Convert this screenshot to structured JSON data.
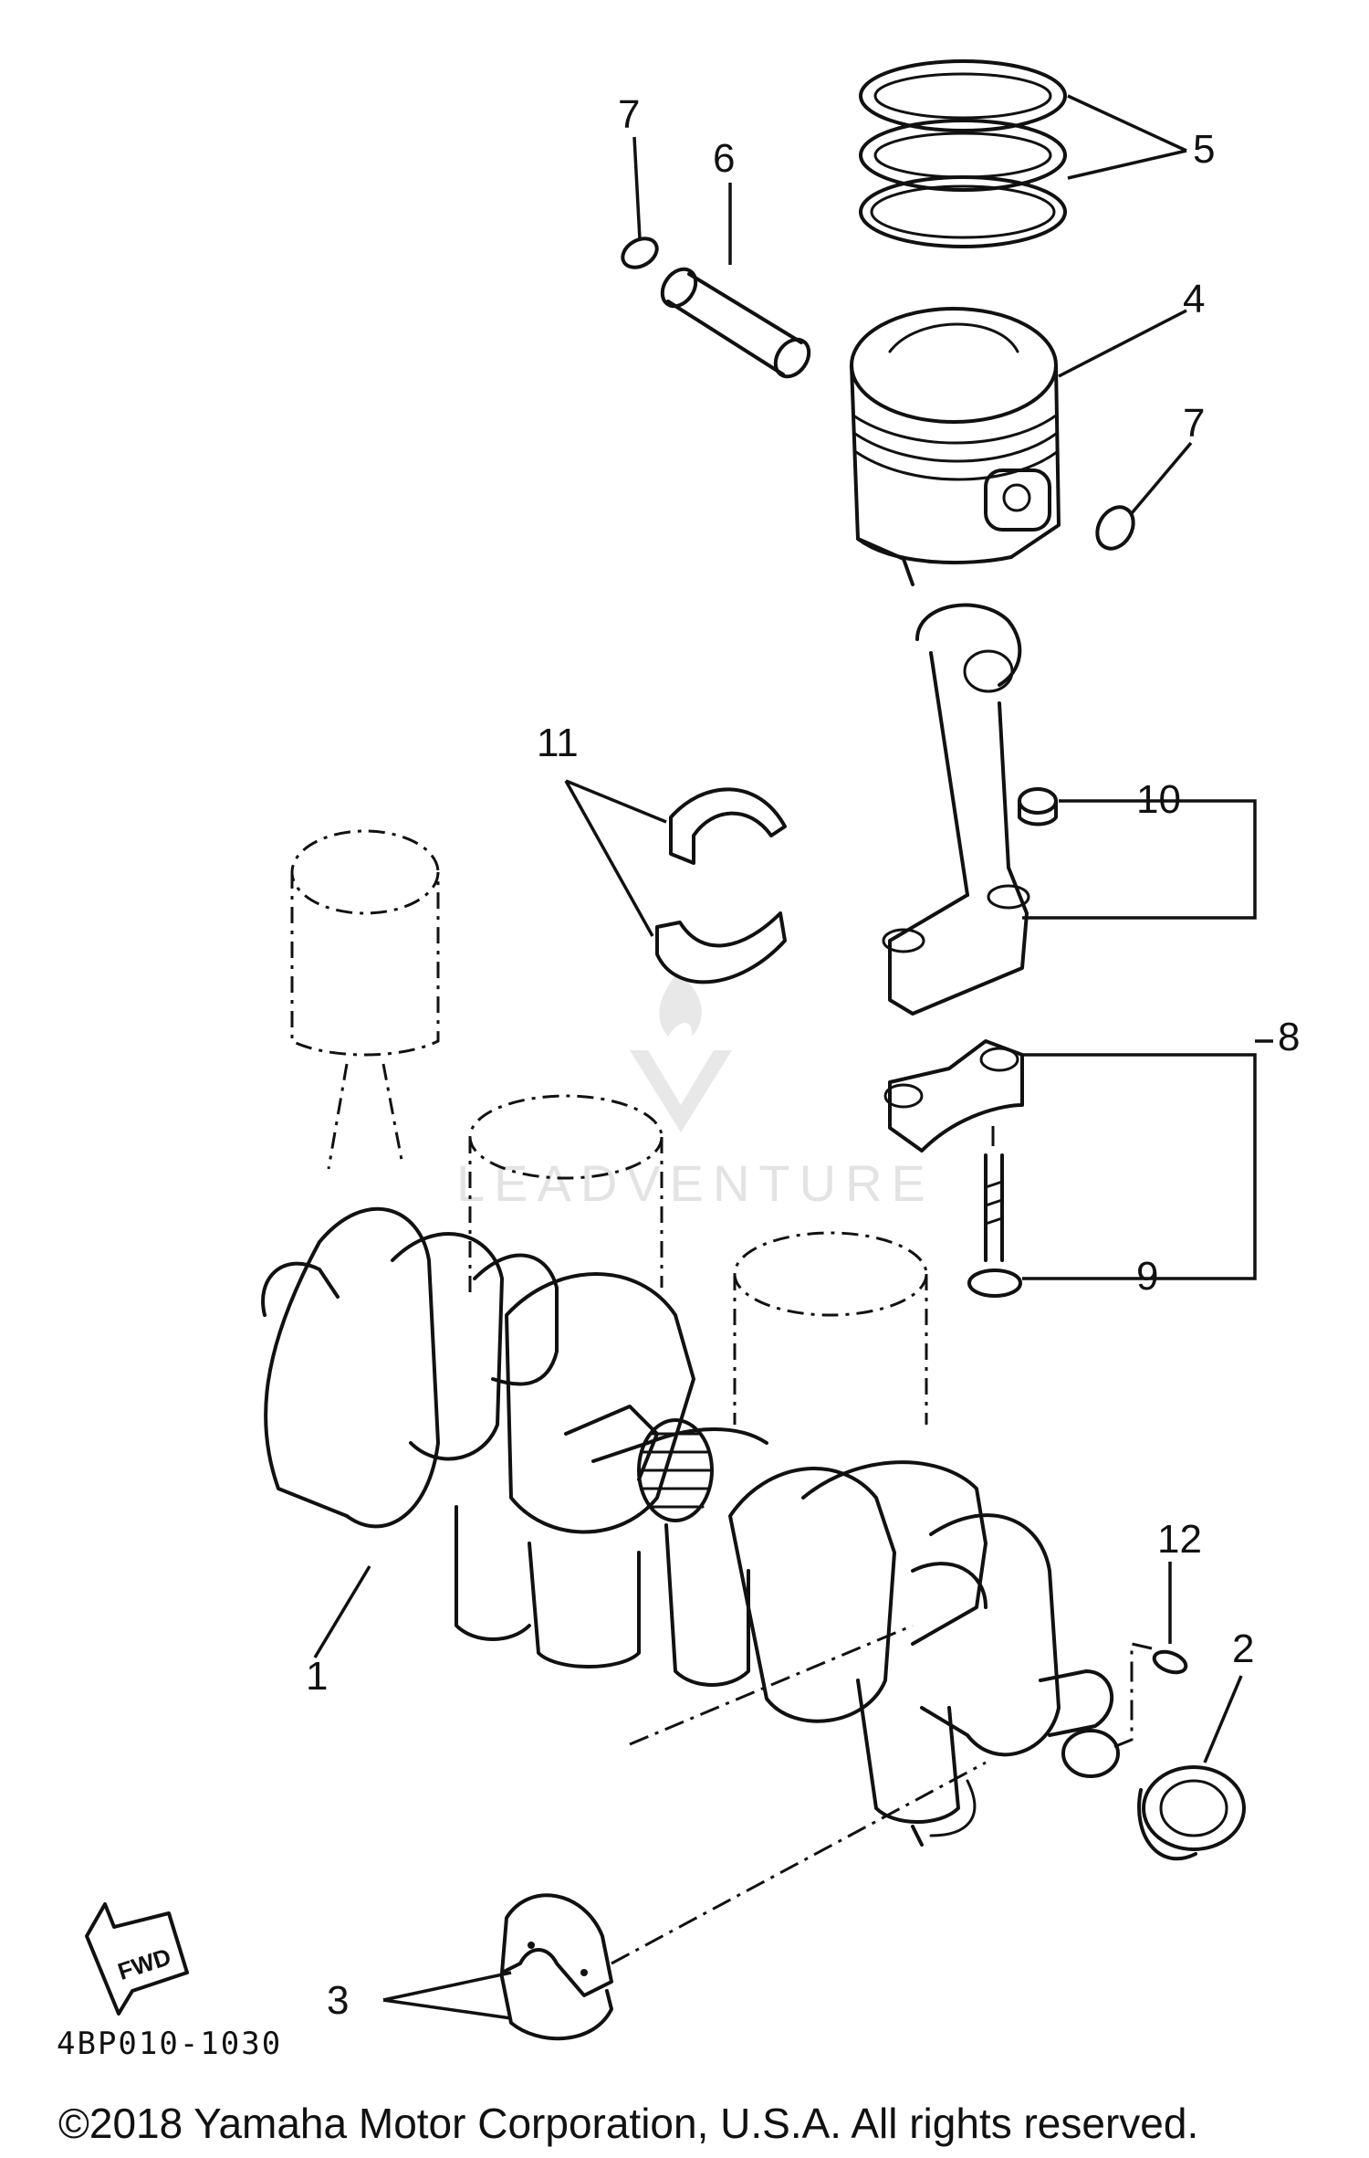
{
  "diagram": {
    "callouts": {
      "c1": "1",
      "c2": "2",
      "c3": "3",
      "c4": "4",
      "c5": "5",
      "c6": "6",
      "c7a": "7",
      "c7b": "7",
      "c8": "8",
      "c9": "9",
      "c10": "10",
      "c11": "11",
      "c12": "12"
    },
    "front_badge": "FWD",
    "watermark": "LEADVENTURE",
    "drawing_code": "4BP010-1030",
    "copyright": "©2018 Yamaha Motor Corporation, U.S.A. All rights reserved."
  },
  "colors": {
    "line": "#111111",
    "background": "#ffffff",
    "watermark": "#e3e3e3"
  }
}
